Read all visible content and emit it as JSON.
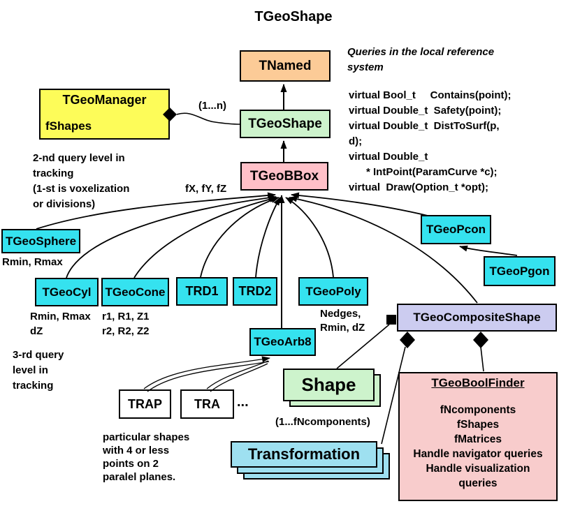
{
  "title": "TGeoShape",
  "colors": {
    "cyan": "#35E2EF",
    "palegreen": "#CDF3CC",
    "peach": "#FCCB97",
    "yellow": "#FDFC59",
    "pink": "#FFC0C8",
    "lavender": "#CCCCF0",
    "lightpink": "#F8CCCC",
    "lightcyan": "#9EE0F0"
  },
  "classes": {
    "tnamed": "TNamed",
    "tgeomanager": "TGeoManager",
    "tgeomanager_attr": "fShapes",
    "tgeoshape": "TGeoShape",
    "tgeobbox": "TGeoBBox",
    "tgeosphere": "TGeoSphere",
    "tgeocyl": "TGeoCyl",
    "tgeocone": "TGeoCone",
    "trd1": "TRD1",
    "trd2": "TRD2",
    "tgeopoly": "TGeoPoly",
    "tgeopcon": "TGeoPcon",
    "tgeopgon": "TGeoPgon",
    "tgeoarb8": "TGeoArb8",
    "tgeocomposite": "TGeoCompositeShape",
    "trap": "TRAP",
    "tra": "TRA",
    "shape": "Shape",
    "transformation": "Transformation"
  },
  "boolfinder": {
    "title": "TGeoBoolFinder",
    "lines": [
      "fNcomponents",
      "fShapes",
      "fMatrices",
      "Handle navigator queries",
      "Handle visualization",
      "queries"
    ]
  },
  "annotations": {
    "queries_note": "Queries in the local reference\nsystem",
    "virtual_block": "virtual Bool_t     Contains(point);\nvirtual Double_t  Safety(point);\nvirtual Double_t  DistToSurf(p,\nd);\nvirtual Double_t\n      * IntPoint(ParamCurve *c);\nvirtual  Draw(Option_t *opt);",
    "multiplicity": "(1...n)",
    "second_query": "2-nd query level in\ntracking\n(1-st  is voxelization\nor  divisions)",
    "fx_fy_fz": "fX, fY, fZ",
    "sphere_params": "Rmin, Rmax",
    "cyl_params": "Rmin, Rmax\ndZ",
    "cone_params": "r1, R1, Z1\nr2, R2, Z2",
    "poly_params": "Nedges,\nRmin, dZ",
    "third_query": "3-rd query\nlevel in\ntracking",
    "ellipsis": "...",
    "ncomponents": "(1...fNcomponents)",
    "particular_note": "particular shapes\nwith 4 or less\npoints on 2\nparalel planes."
  }
}
